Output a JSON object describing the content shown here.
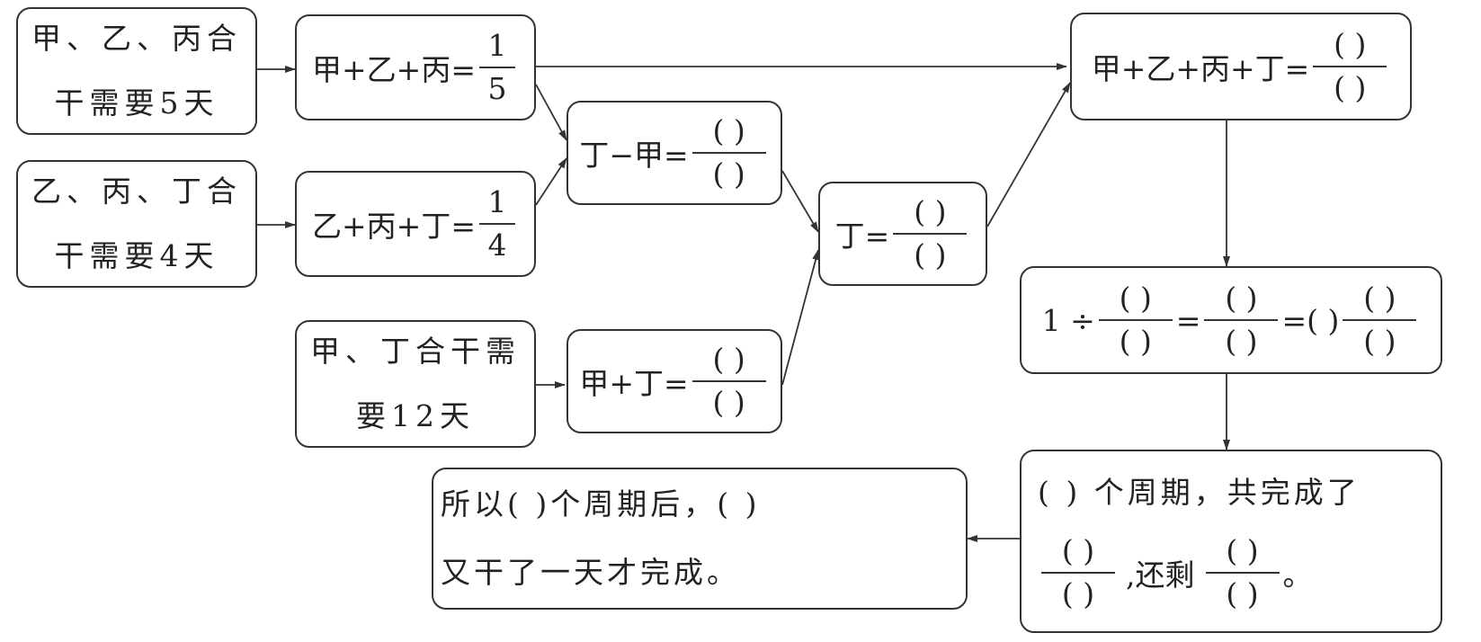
{
  "conditions": {
    "c1": {
      "line1": "甲、乙、丙合",
      "line2": "干需要5天"
    },
    "c2": {
      "line1": "乙、丙、丁合",
      "line2": "干需要4天"
    },
    "c3": {
      "line1": "甲、丁合干需",
      "line2": "要12天"
    }
  },
  "equations": {
    "e1": {
      "lhs": "甲+乙+丙=",
      "num": "1",
      "den": "5"
    },
    "e2": {
      "lhs": "乙+丙+丁=",
      "num": "1",
      "den": "4"
    },
    "e3": {
      "lhs": "丁−甲=",
      "num": "(  )",
      "den": "(  )"
    },
    "e4": {
      "lhs": "甲+丁=",
      "num": "(  )",
      "den": "(  )"
    },
    "e5": {
      "lhs": "丁=",
      "num": "(  )",
      "den": "(  )"
    },
    "e6": {
      "lhs": "甲+乙+丙+丁=",
      "num": "(  )",
      "den": "(  )"
    }
  },
  "division": {
    "prefix": "1 ÷",
    "f1": {
      "num": "(  )",
      "den": "(  )"
    },
    "eq1": "=",
    "f2": {
      "num": "(  )",
      "den": "(  )"
    },
    "eq2": "=",
    "whole": "(    )",
    "f3": {
      "num": "(  )",
      "den": "(  )"
    }
  },
  "cycle": {
    "line1": "(    ) 个周期，共完成了",
    "f1": {
      "num": "(  )",
      "den": "(  )"
    },
    "mid": ",还剩",
    "f2": {
      "num": "(  )",
      "den": "(  )"
    },
    "end": "。"
  },
  "conclusion": {
    "line1": "所以(    )个周期后，(         )",
    "line2": "又干了一天才完成。"
  }
}
